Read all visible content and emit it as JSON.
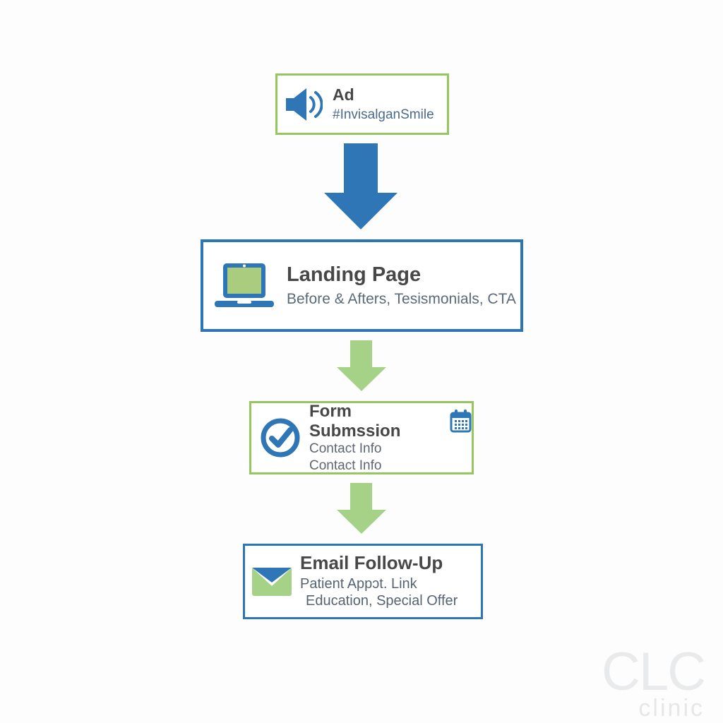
{
  "colors": {
    "blue": "#2e76b5",
    "blue_border": "#2e75b6",
    "green_border": "#94c75f",
    "green_fill": "#a5d287",
    "laptop_screen_green": "#a9cc7e",
    "title_text": "#474747",
    "subtitle_text": "#5b6a78",
    "hashtag_text": "#4a6a8d",
    "watermark_text": "#e9eaeb"
  },
  "nodes": {
    "ad": {
      "icon": "speaker-icon",
      "title": "Ad",
      "subtitle": "#InvisalganSmile"
    },
    "landing": {
      "icon": "laptop-icon",
      "title": "Landing Page",
      "subtitle": "Before & Afters, Tesismonials, CTA"
    },
    "form": {
      "icon": "check-circle-icon",
      "trailing_icon": "calendar-icon",
      "title": "Form Submssion",
      "line1": "Contact Info",
      "line2": "Contact Info"
    },
    "email": {
      "icon": "envelope-icon",
      "title": "Email Follow-Up",
      "line1": "Patient Appɔt. Link",
      "line2": "Education, Special Offer"
    }
  },
  "arrows": [
    {
      "direction": "down",
      "color": "blue"
    },
    {
      "direction": "down",
      "color": "green"
    },
    {
      "direction": "down",
      "color": "green"
    }
  ],
  "watermark": {
    "logo": "CLC",
    "sub": "clinic"
  }
}
